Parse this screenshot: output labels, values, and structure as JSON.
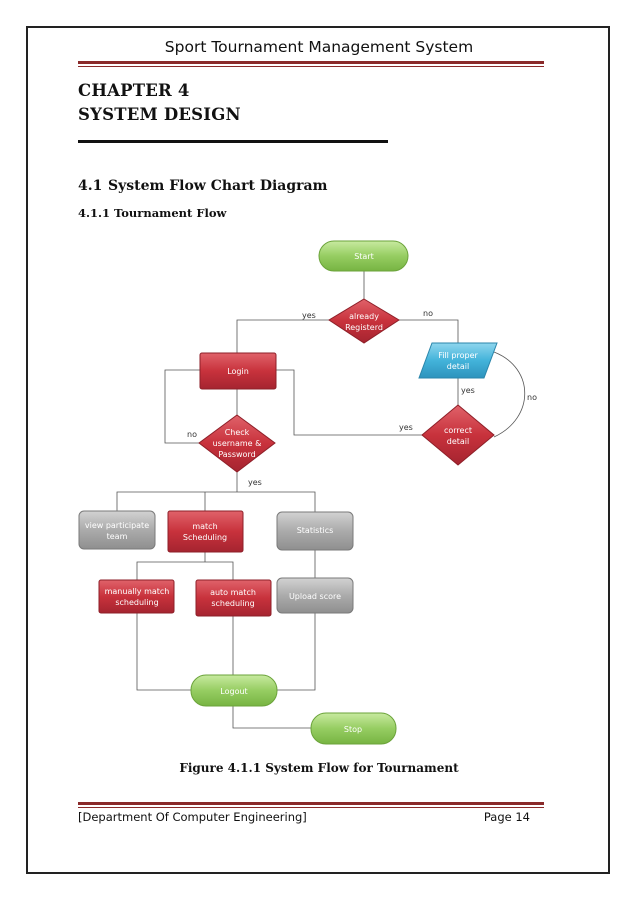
{
  "header": {
    "title": "Sport Tournament Management System"
  },
  "chapter": {
    "line1": "CHAPTER 4",
    "line2": "SYSTEM DESIGN"
  },
  "section": {
    "number": "4.1",
    "title": "System Flow Chart Diagram"
  },
  "subsection": {
    "title": "4.1.1 Tournament Flow"
  },
  "flowchart": {
    "nodes": {
      "start": "Start",
      "already_registered": [
        "already",
        "Registerd"
      ],
      "login": "Login",
      "fill_proper_detail": [
        "Fill proper",
        "detail"
      ],
      "correct_detail": [
        "correct",
        "detail"
      ],
      "check_credentials": [
        "Check",
        "username &",
        "Password"
      ],
      "view_participate_team": [
        "view participate",
        "team"
      ],
      "match_scheduling": [
        "match",
        "Scheduling"
      ],
      "statistics": "Statistics",
      "manually_match_scheduling": [
        "manually match",
        "scheduling"
      ],
      "auto_match_scheduling": [
        "auto match",
        "scheduling"
      ],
      "upload_score": "Upload score",
      "logout": "Logout",
      "stop": "Stop"
    },
    "labels": {
      "registered_yes": "yes",
      "registered_no": "no",
      "fill_yes": "yes",
      "correct_no": "no",
      "correct_yes": "yes",
      "check_no": "no",
      "check_yes": "yes"
    },
    "colors": {
      "green": "#8fc85a",
      "red": "#c8323c",
      "blue": "#3fb0d8",
      "gray": "#a8a8a8",
      "line": "#555555"
    }
  },
  "figure": {
    "caption": "Figure 4.1.1 System Flow for Tournament"
  },
  "footer": {
    "left": "[Department Of Computer Engineering]",
    "right": "Page 14"
  }
}
